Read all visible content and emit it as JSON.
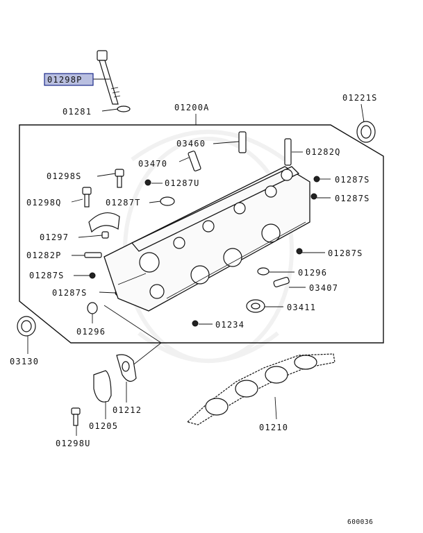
{
  "diagram": {
    "title_part": "01200A",
    "code": "600036",
    "highlighted_label": "01298P",
    "labels": {
      "bolt_long": "01298P",
      "washer": "01281",
      "head_assembly": "01200A",
      "seal_right": "01221S",
      "stud_top": "03460",
      "stud_right": "01282Q",
      "dowel": "03470",
      "plug_u": "01287U",
      "bolt_s": "01298S",
      "plug_s_r1": "01287S",
      "bolt_q": "01298Q",
      "plug_t": "01287T",
      "plug_s_r2": "01287S",
      "pin": "01297",
      "stud_p": "01282P",
      "plug_s_r3": "01287S",
      "plug_s_l1": "01287S",
      "ring_r": "01296",
      "seal_r": "03407",
      "plug_s_l2": "01287S",
      "seal_large": "03411",
      "ring_l": "01296",
      "plug_bottom": "01234",
      "seal_left": "03130",
      "gasket_small": "01212",
      "cover": "01205",
      "gasket_head": "01210",
      "bolt_u": "01298U"
    }
  }
}
